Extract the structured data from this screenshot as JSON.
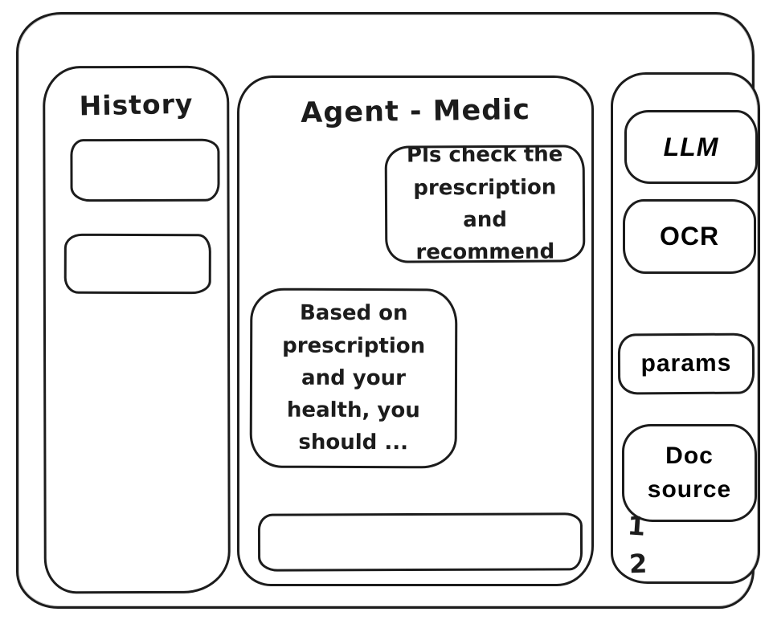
{
  "colors": {
    "ink": "#1c1c1c",
    "background": "#ffffff"
  },
  "history_panel": {
    "title": "History",
    "items": [
      {
        "label": ""
      },
      {
        "label": ""
      }
    ]
  },
  "chat_panel": {
    "title": "Agent - Medic",
    "messages": [
      {
        "role": "user",
        "text": "Pls check the prescription and recommend"
      },
      {
        "role": "assistant",
        "text": "Based on prescription and your health, you should ..."
      }
    ],
    "composer": {
      "value": "",
      "placeholder": ""
    }
  },
  "tools_panel": {
    "buttons": [
      {
        "label": "LLM"
      },
      {
        "label": "OCR"
      },
      {
        "label": "params"
      },
      {
        "label": "Doc source"
      }
    ],
    "doc_source_items": [
      {
        "label": "1"
      },
      {
        "label": "2"
      }
    ]
  }
}
